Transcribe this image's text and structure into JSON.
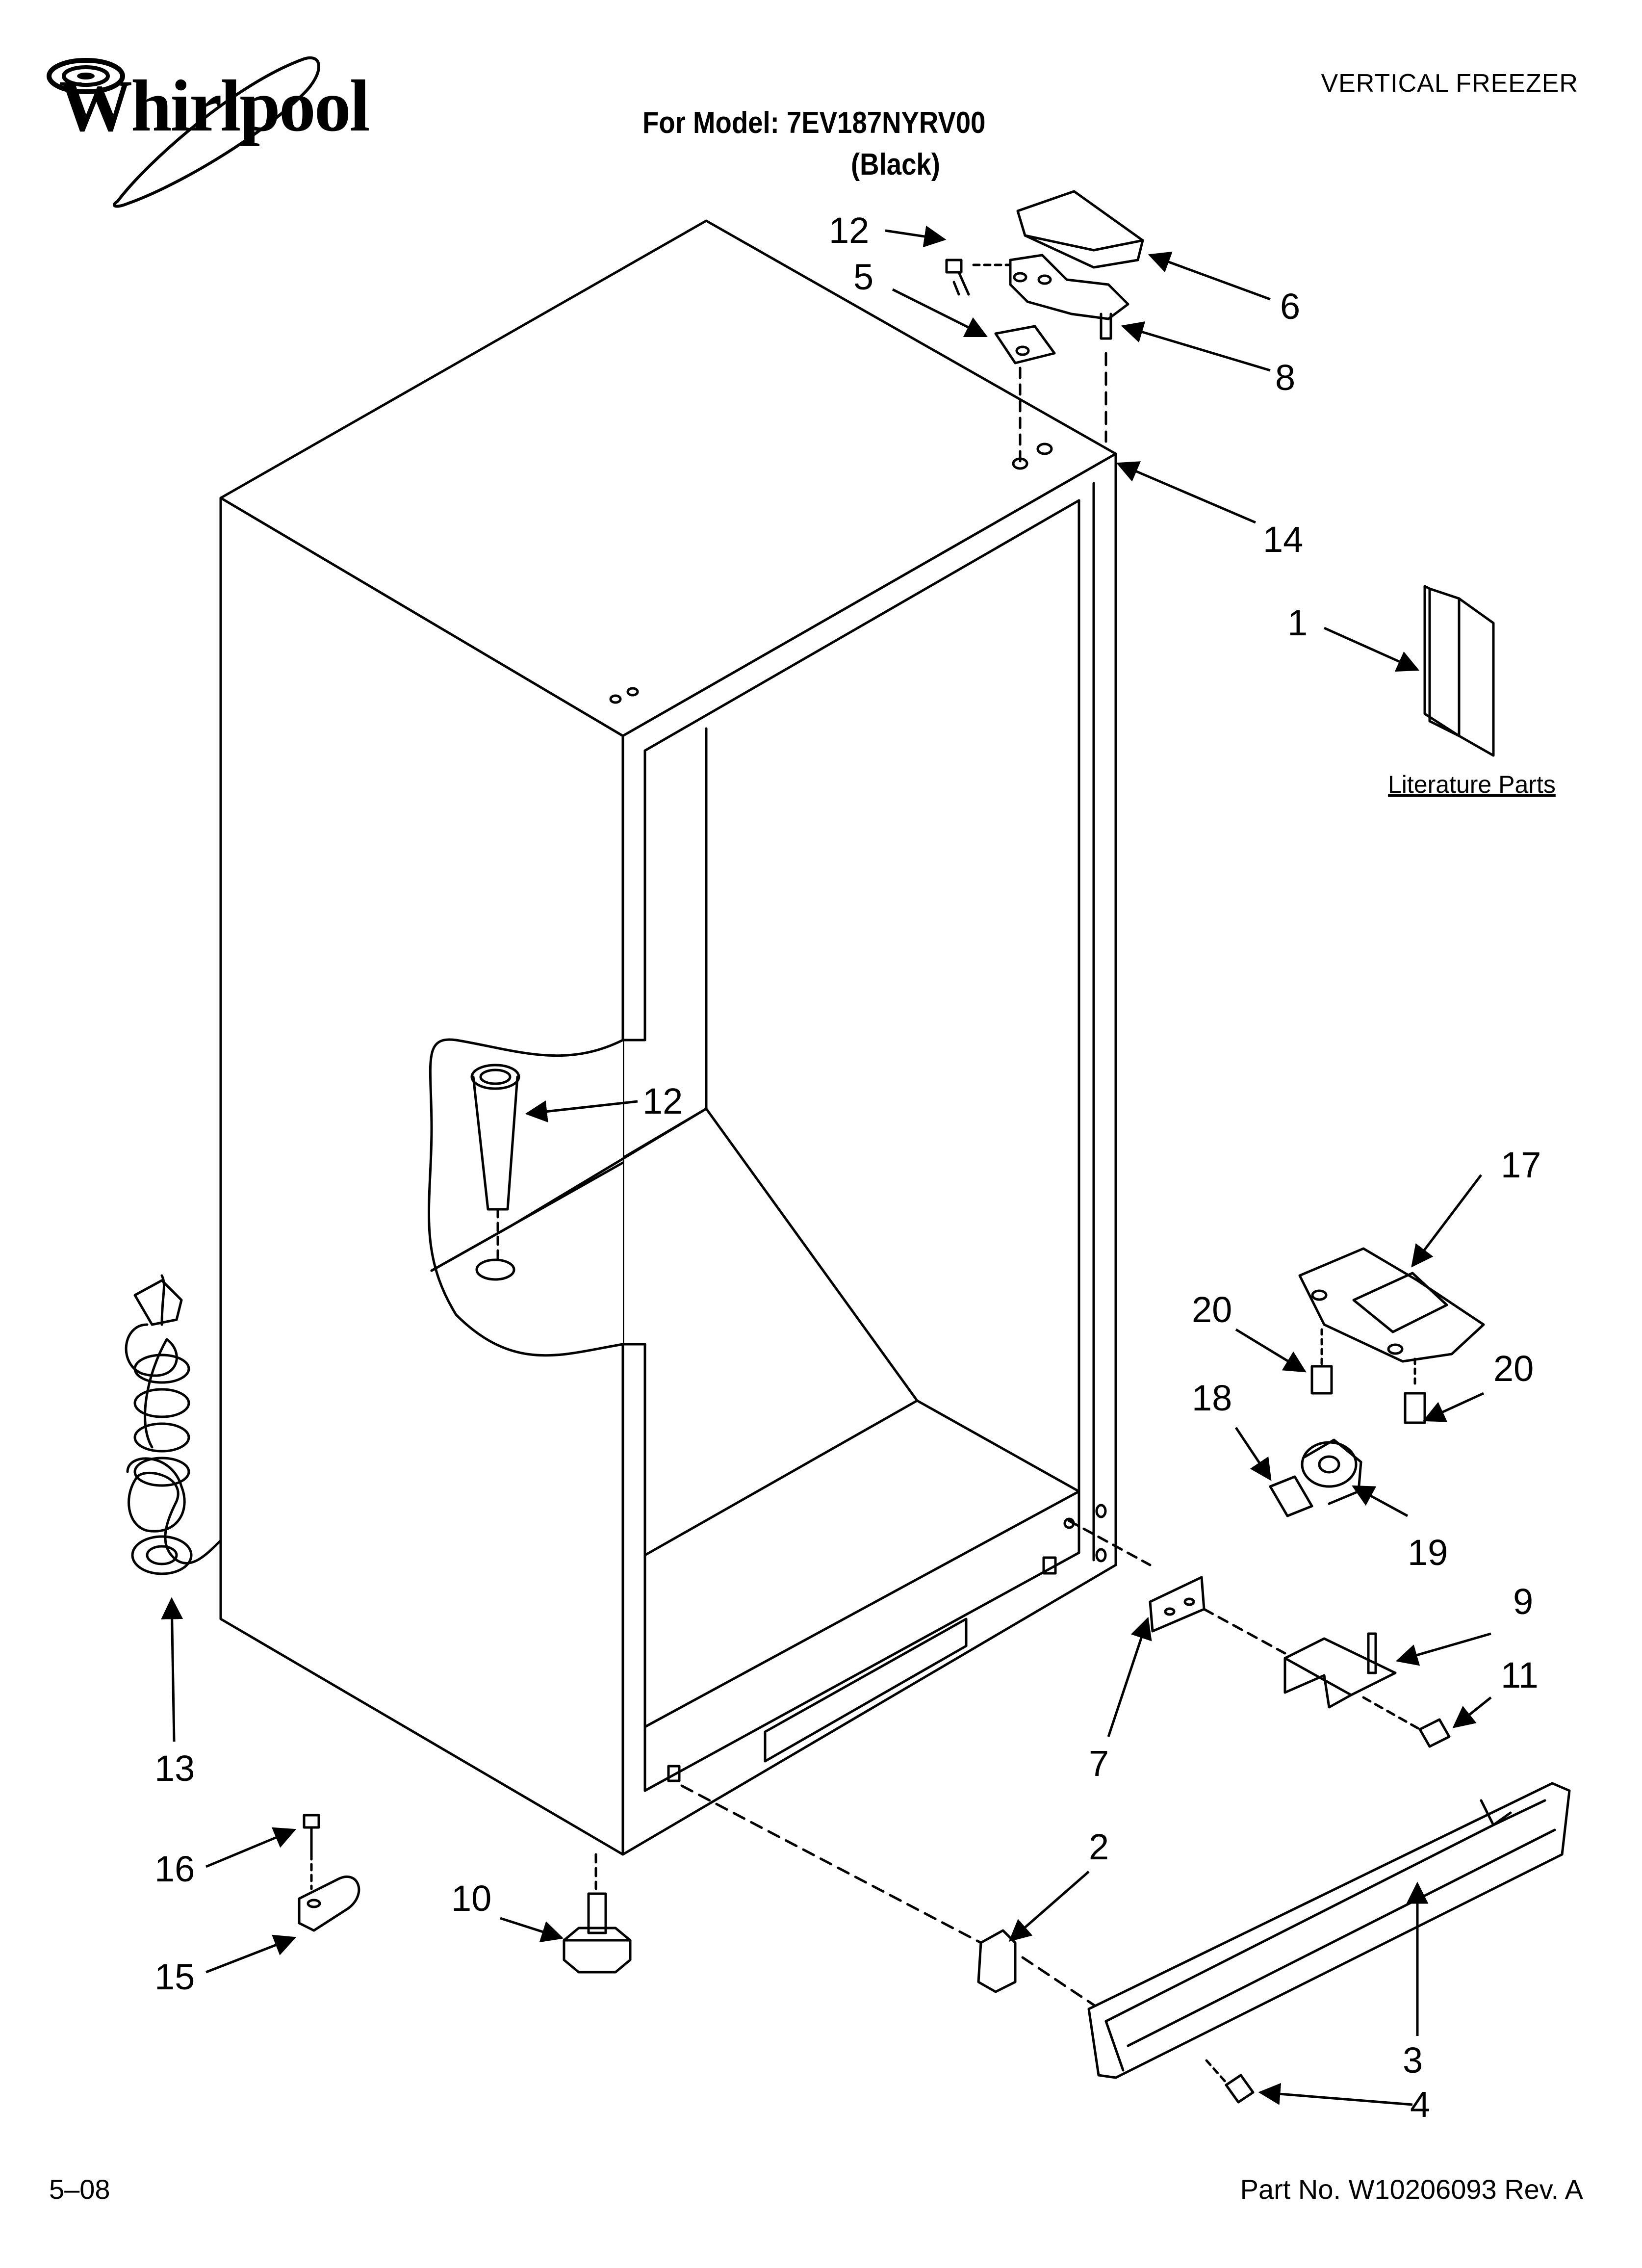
{
  "header": {
    "brand": "Whirlpool",
    "category": "VERTICAL FREEZER",
    "model_line": "For Model: 7EV187NYRV00",
    "color_line": "(Black)"
  },
  "literature_label": "Literature Parts",
  "footer": {
    "date": "5–08",
    "part_number": "Part No. W10206093 Rev. A"
  },
  "callouts": {
    "c1": "1",
    "c2": "2",
    "c3": "3",
    "c4": "4",
    "c5": "5",
    "c6": "6",
    "c7": "7",
    "c8": "8",
    "c9": "9",
    "c10": "10",
    "c11": "11",
    "c12a": "12",
    "c12b": "12",
    "c13": "13",
    "c14": "14",
    "c15": "15",
    "c16": "16",
    "c17": "17",
    "c18": "18",
    "c19": "19",
    "c20a": "20",
    "c20b": "20"
  }
}
